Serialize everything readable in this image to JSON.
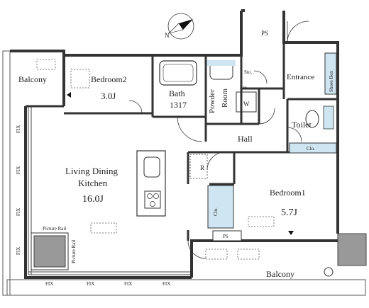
{
  "compass": {
    "north": "N"
  },
  "rooms": {
    "balcony_nw": {
      "name": "Balcony"
    },
    "bedroom2": {
      "name": "Bedroom2",
      "size": "3.0J"
    },
    "bath": {
      "name": "Bath",
      "size": "1317"
    },
    "powder": {
      "line1": "Powder",
      "line2": "Room"
    },
    "storage": {
      "name": "Sto."
    },
    "linen": {
      "name": "Lin"
    },
    "washer": {
      "name": "W"
    },
    "ps_top": {
      "name": "PS"
    },
    "entrance": {
      "name": "Entrance"
    },
    "shoes": {
      "name": "Shoes Box"
    },
    "toilet": {
      "name": "Toilet"
    },
    "hall": {
      "name": "Hall"
    },
    "clo_hall": {
      "name": "Clo."
    },
    "ldk": {
      "line1": "Living Dining",
      "line2": "Kitchen",
      "size": "16.0J"
    },
    "refrigerator": {
      "name": "R"
    },
    "clo_bed": {
      "name": "Clo."
    },
    "bedroom1": {
      "name": "Bedroom1",
      "size": "5.7J"
    },
    "ps_bottom": {
      "name": "PS"
    },
    "balcony_s": {
      "name": "Balcony"
    },
    "picture_rail_h": {
      "name": "Picture Rail"
    },
    "picture_rail_v": {
      "name": "Picture Rail"
    }
  },
  "fix_labels": {
    "text": "FIX"
  }
}
